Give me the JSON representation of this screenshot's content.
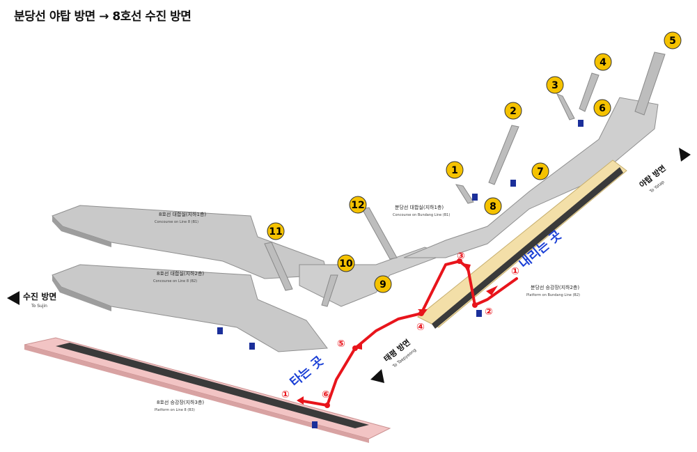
{
  "title": "분당선 야탑 방면 → 8호선 수진 방면",
  "exits": [
    "1",
    "2",
    "3",
    "4",
    "5",
    "6",
    "7",
    "8",
    "9",
    "10",
    "11",
    "12"
  ],
  "levels": {
    "concourse_line8_b1": {
      "ko": "8호선 대합실(지하1층)",
      "en": "Concourse on Line 8 (B1)"
    },
    "concourse_line8_b2": {
      "ko": "8호선 대합실(지하2층)",
      "en": "Concourse on Line 8 (B2)"
    },
    "platform_line8": {
      "ko": "8호선 승강장(지하3층)",
      "en": "Platform on Line 8 (B3)"
    },
    "concourse_bundang_b1": {
      "ko": "분당선 대합실(지하1층)",
      "en": "Concourse on Bundang Line (B1)"
    },
    "platform_bundang": {
      "ko": "분당선 승강장(지하2층)",
      "en": "Platform on Bundang Line (B2)"
    }
  },
  "directions": {
    "sujin": {
      "ko": "수진 방면",
      "en": "To Sujin"
    },
    "yatap": {
      "ko": "야탑 방면",
      "en": "To Yatap"
    },
    "taepyeong": {
      "ko": "태평 방면",
      "en": "To Taepyeong"
    }
  },
  "callouts": {
    "alight": "내리는 곳",
    "board": "타는 곳"
  },
  "route_steps": [
    "①",
    "②",
    "③",
    "④",
    "⑤",
    "⑥",
    "①"
  ],
  "colors": {
    "route": "#e8141b",
    "exit_badge": "#f5c200",
    "callout": "#1a3fd6",
    "line8_platform": "#f2c4c4",
    "bundang_platform": "#f3dfa8"
  }
}
